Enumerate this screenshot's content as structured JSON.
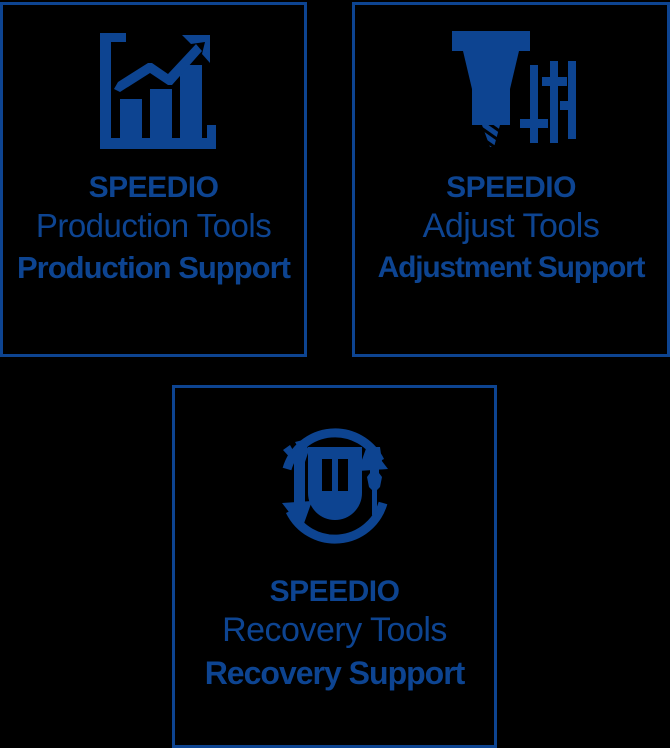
{
  "theme": {
    "background": "#000000",
    "accent": "#0d4491",
    "border": "#0d4491"
  },
  "cards": [
    {
      "id": "production",
      "icon": "bar-chart-growth-icon",
      "brand": "SPEEDIO",
      "tools": "Production Tools",
      "support": "Production Support"
    },
    {
      "id": "adjust",
      "icon": "drill-bit-sliders-icon",
      "brand": "SPEEDIO",
      "tools": "Adjust Tools",
      "support": "Adjustment Support"
    },
    {
      "id": "recovery",
      "icon": "shield-recovery-arrows-icon",
      "brand": "SPEEDIO",
      "tools": "Recovery Tools",
      "support": "Recovery Support"
    }
  ]
}
